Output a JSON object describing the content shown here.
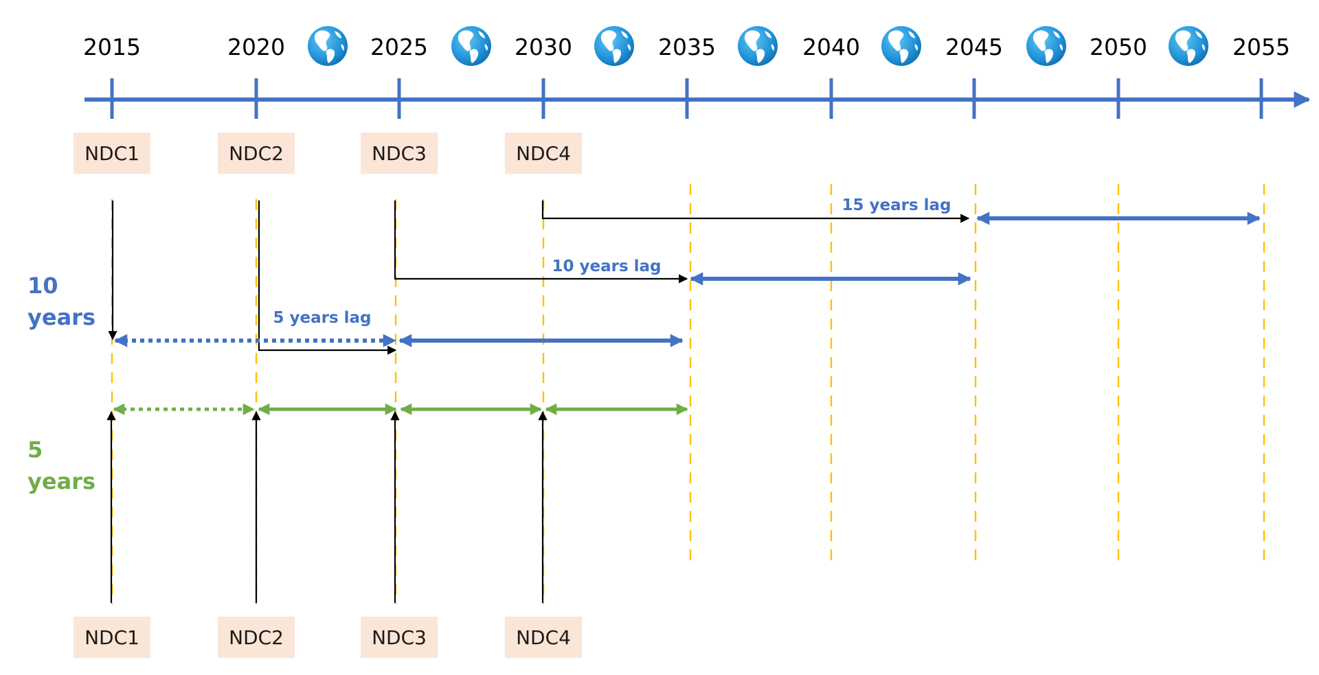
{
  "timeline": {
    "years": [
      "2015",
      "2020",
      "2025",
      "2030",
      "2035",
      "2040",
      "2045",
      "2050",
      "2055"
    ],
    "globe_icon": "globe-icon"
  },
  "ndc_labels": [
    "NDC1",
    "NDC2",
    "NDC3",
    "NDC4"
  ],
  "ten_years": {
    "label_line1": "10",
    "label_line2": "years",
    "lag_labels": [
      "5 years lag",
      "10 years lag",
      "15 years lag"
    ]
  },
  "five_years": {
    "label_line1": "5",
    "label_line2": "years"
  },
  "colors": {
    "blue": "#4472C4",
    "green": "#70AD47",
    "dashed_guides": "#FFC000",
    "ndc_box": "#FBE5D6",
    "black": "#000000"
  }
}
